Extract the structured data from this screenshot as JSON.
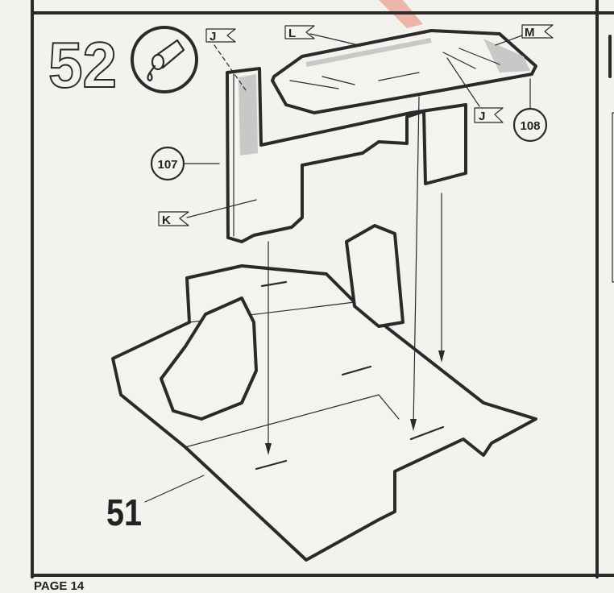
{
  "step": {
    "number": "52",
    "glue_icon": "glue-tube-icon"
  },
  "callouts": {
    "J_top": "J",
    "L": "L",
    "M": "M",
    "J_right": "J",
    "K": "K"
  },
  "parts": {
    "p107": "107",
    "p108": "108",
    "p51": "51"
  },
  "footer": {
    "page": "PAGE 14"
  },
  "colors": {
    "line": "#2a2a2a",
    "paper": "#f3f2ef",
    "shade": "#c8c8c6",
    "marker": "#e8a090"
  }
}
